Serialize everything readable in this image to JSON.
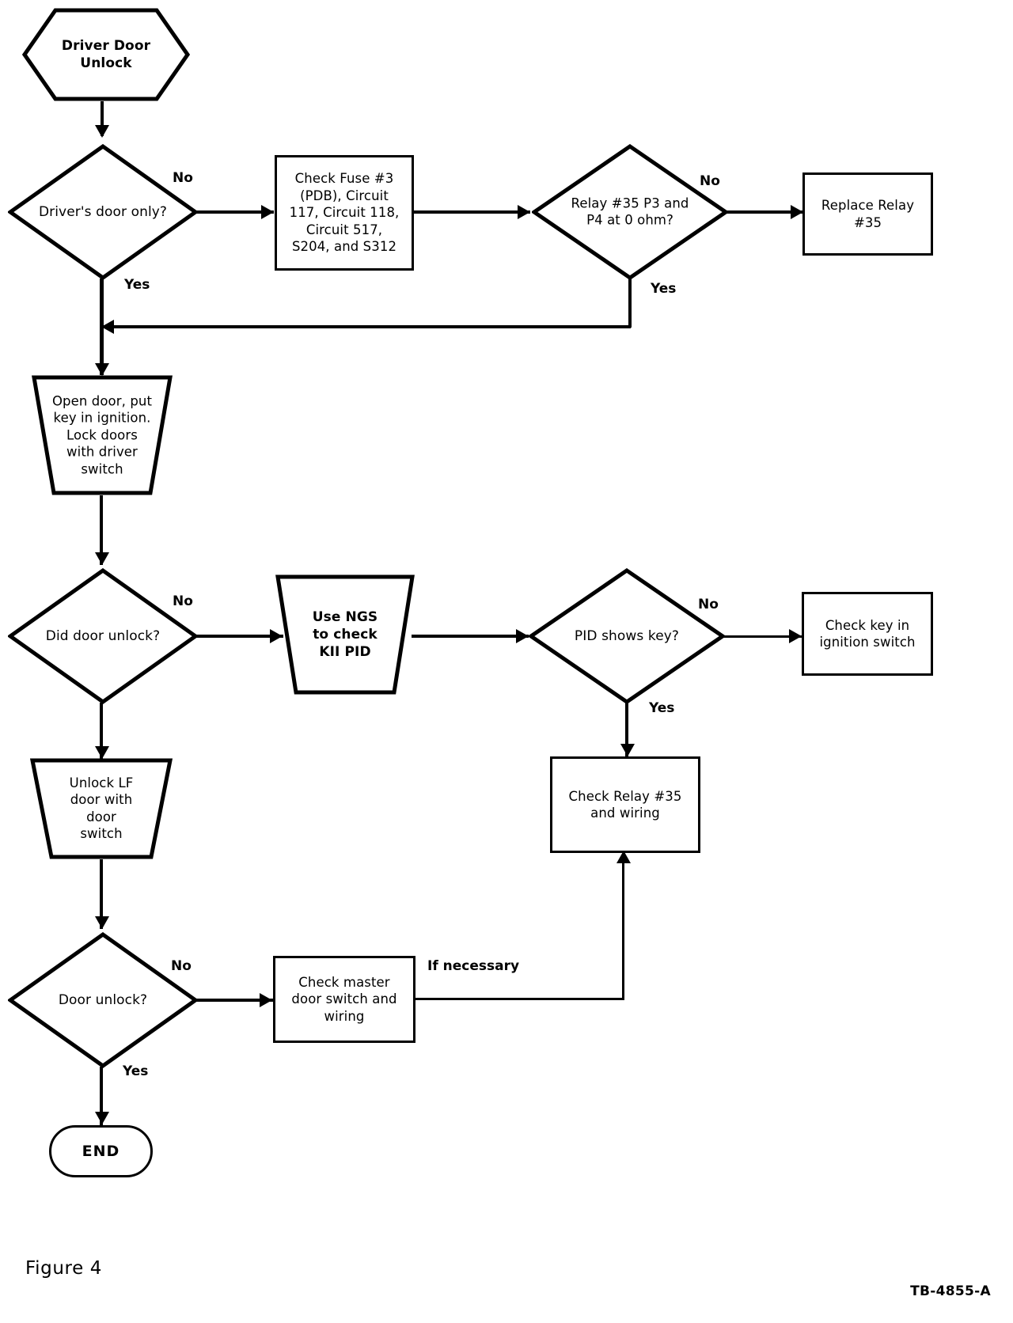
{
  "figure": {
    "caption": "Figure  4",
    "document_code": "TB-4855-A"
  },
  "chart_data": {
    "type": "diagram",
    "diagram_kind": "flowchart",
    "title": "Driver Door Unlock",
    "nodes": [
      {
        "id": "start",
        "shape": "hexagon",
        "text": "Driver Door\nUnlock"
      },
      {
        "id": "drivers_only",
        "shape": "decision",
        "text": "Driver's door only?"
      },
      {
        "id": "check_fuse",
        "shape": "process",
        "text": "Check Fuse #3\n(PDB), Circuit\n117, Circuit 118,\nCircuit 517,\nS204, and S312"
      },
      {
        "id": "relay_ohm",
        "shape": "decision",
        "text": "Relay #35 P3 and\nP4 at 0 ohm?"
      },
      {
        "id": "replace_relay",
        "shape": "process",
        "text": "Replace Relay\n#35"
      },
      {
        "id": "open_door",
        "shape": "trapezoid",
        "text": "Open door, put\nkey in ignition.\nLock doors\nwith driver\nswitch"
      },
      {
        "id": "did_unlock",
        "shape": "decision",
        "text": "Did door unlock?"
      },
      {
        "id": "use_ngs",
        "shape": "trapezoid",
        "text": "Use NGS\nto check\nKII PID"
      },
      {
        "id": "pid_shows_key",
        "shape": "decision",
        "text": "PID shows key?"
      },
      {
        "id": "check_key",
        "shape": "process",
        "text": "Check key in\nignition switch"
      },
      {
        "id": "check_relay35",
        "shape": "process",
        "text": "Check Relay #35\nand wiring"
      },
      {
        "id": "unlock_lf",
        "shape": "trapezoid",
        "text": "Unlock LF\ndoor with\ndoor\nswitch"
      },
      {
        "id": "door_unlock",
        "shape": "decision",
        "text": "Door unlock?"
      },
      {
        "id": "check_master",
        "shape": "process",
        "text": "Check master\ndoor switch and\nwiring"
      },
      {
        "id": "end",
        "shape": "terminal",
        "text": "END"
      }
    ],
    "edges": [
      {
        "from": "start",
        "to": "drivers_only",
        "label": ""
      },
      {
        "from": "drivers_only",
        "to": "check_fuse",
        "label": "No"
      },
      {
        "from": "drivers_only",
        "to": "open_door",
        "label": "Yes"
      },
      {
        "from": "check_fuse",
        "to": "relay_ohm",
        "label": ""
      },
      {
        "from": "relay_ohm",
        "to": "replace_relay",
        "label": "No"
      },
      {
        "from": "relay_ohm",
        "to": "open_door",
        "label": "Yes"
      },
      {
        "from": "open_door",
        "to": "did_unlock",
        "label": ""
      },
      {
        "from": "did_unlock",
        "to": "use_ngs",
        "label": "No"
      },
      {
        "from": "did_unlock",
        "to": "unlock_lf",
        "label": ""
      },
      {
        "from": "use_ngs",
        "to": "pid_shows_key",
        "label": ""
      },
      {
        "from": "pid_shows_key",
        "to": "check_key",
        "label": "No"
      },
      {
        "from": "pid_shows_key",
        "to": "check_relay35",
        "label": "Yes"
      },
      {
        "from": "unlock_lf",
        "to": "door_unlock",
        "label": ""
      },
      {
        "from": "door_unlock",
        "to": "check_master",
        "label": "No"
      },
      {
        "from": "door_unlock",
        "to": "end",
        "label": "Yes"
      },
      {
        "from": "check_master",
        "to": "check_relay35",
        "label": "If necessary"
      }
    ]
  },
  "labels": {
    "no_1": "No",
    "yes_1": "Yes",
    "no_2": "No",
    "yes_2": "Yes",
    "no_3": "No",
    "no_4": "No",
    "yes_3": "Yes",
    "no_5": "No",
    "yes_4": "Yes",
    "if_necessary": "If necessary"
  }
}
